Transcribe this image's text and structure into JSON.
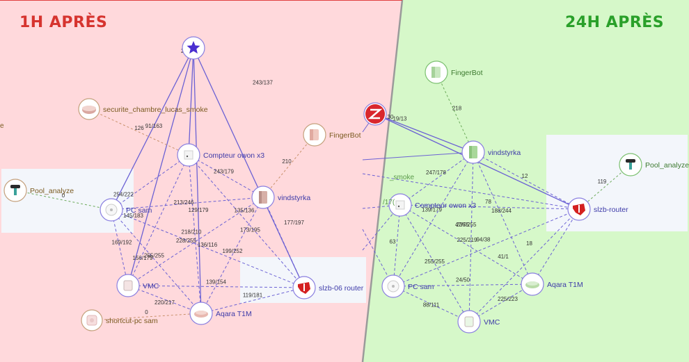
{
  "panels": {
    "left": {
      "title": "1H APRÈS",
      "bg": "#ffd9dc",
      "nodes": {
        "star": {
          "label": "",
          "icon": "star-icon",
          "kind": "coordinator"
        },
        "securite": {
          "label": "securite_chambre_lucas_smoke",
          "icon": "smoke-detector-icon",
          "kind": "end"
        },
        "fingerbot": {
          "label": "FingerBot",
          "icon": "fingerbot-icon",
          "kind": "end"
        },
        "compteur": {
          "label": "Compteur owon x3",
          "icon": "energy-meter-icon",
          "kind": "router"
        },
        "vindstyrka": {
          "label": "vindstyrka",
          "icon": "air-sensor-icon",
          "kind": "router"
        },
        "pool": {
          "label": "Pool_analyze",
          "icon": "pool-sensor-icon",
          "kind": "end"
        },
        "pcsam": {
          "label": "PC sam",
          "icon": "plug-icon",
          "kind": "router"
        },
        "vmc": {
          "label": "VMC",
          "icon": "switch-module-icon",
          "kind": "router"
        },
        "slzb": {
          "label": "slzb-06 router",
          "icon": "ti-router-icon",
          "kind": "router"
        },
        "aqara": {
          "label": "Aqara T1M",
          "icon": "ceiling-light-icon",
          "kind": "router"
        },
        "shortcut": {
          "label": "shortcut-pc sam",
          "icon": "button-icon",
          "kind": "end"
        },
        "edge_e": {
          "label": "e",
          "icon": "",
          "kind": "cropped"
        }
      },
      "links": [
        {
          "from": "star",
          "to": "pcsam",
          "label": "",
          "style": "solid"
        },
        {
          "from": "star",
          "to": "vmc",
          "label": "",
          "style": "solid"
        },
        {
          "from": "star",
          "to": "aqara",
          "label": "",
          "style": "solid"
        },
        {
          "from": "star",
          "to": "compteur",
          "label": "206/250",
          "style": "solid"
        },
        {
          "from": "star",
          "to": "slzb",
          "label": "243/137",
          "style": "solid"
        },
        {
          "from": "securite",
          "to": "compteur",
          "label": "126",
          "style": "dashed-tan"
        },
        {
          "from": "securite",
          "to": "compteur",
          "label": "91/163",
          "style": "none"
        },
        {
          "from": "fingerbot",
          "to": "vindstyrka",
          "label": "210",
          "style": "dashed-tan"
        },
        {
          "from": "pool",
          "to": "pcsam",
          "label": "0",
          "style": "dashed-green"
        },
        {
          "from": "compteur",
          "to": "pcsam",
          "label": "254/222",
          "style": "dashed"
        },
        {
          "from": "compteur",
          "to": "vmc",
          "label": "145/183",
          "style": "dashed"
        },
        {
          "from": "compteur",
          "to": "aqara",
          "label": "129/179",
          "style": "dashed"
        },
        {
          "from": "compteur",
          "to": "vindstyrka",
          "label": "243/179",
          "style": "dashed"
        },
        {
          "from": "compteur",
          "to": "slzb",
          "label": "135/136",
          "style": "dashed"
        },
        {
          "from": "pcsam",
          "to": "vindstyrka",
          "label": "213/246",
          "style": "dashed"
        },
        {
          "from": "pcsam",
          "to": "vmc",
          "label": "169/192",
          "style": "dashed"
        },
        {
          "from": "pcsam",
          "to": "aqara",
          "label": "255/255",
          "style": "dashed"
        },
        {
          "from": "pcsam",
          "to": "slzb",
          "label": "228/255",
          "style": "dashed"
        },
        {
          "from": "vindstyrka",
          "to": "vmc",
          "label": "218/210",
          "style": "dashed"
        },
        {
          "from": "vindstyrka",
          "to": "aqara",
          "label": "173/195",
          "style": "dashed"
        },
        {
          "from": "vindstyrka",
          "to": "slzb",
          "label": "177/197",
          "style": "dashed"
        },
        {
          "from": "vmc",
          "to": "slzb",
          "label": "139/154",
          "style": "dashed"
        },
        {
          "from": "vmc",
          "to": "aqara",
          "label": "220/217",
          "style": "dashed"
        },
        {
          "from": "vmc",
          "to": "compteur",
          "label": "156/179",
          "style": "none"
        },
        {
          "from": "aqara",
          "to": "slzb",
          "label": "119/181",
          "style": "dashed"
        },
        {
          "from": "pcsam",
          "to": "slzb",
          "label": "199/252",
          "style": "none"
        },
        {
          "from": "pcsam",
          "to": "slzb",
          "label": "136/116",
          "style": "none"
        },
        {
          "from": "shortcut",
          "to": "aqara",
          "label": "0",
          "style": "dashed-tan"
        }
      ]
    },
    "right": {
      "title": "24H APRÈS",
      "bg": "#d6f8c9",
      "nodes": {
        "zigbee": {
          "label": "",
          "icon": "zigbee-logo-icon",
          "kind": "coordinator"
        },
        "fingerbot": {
          "label": "FingerBot",
          "icon": "fingerbot-icon",
          "kind": "end"
        },
        "vindstyrka": {
          "label": "vindstyrka",
          "icon": "air-sensor-icon",
          "kind": "router"
        },
        "pool": {
          "label": "Pool_analyze",
          "icon": "pool-sensor-icon",
          "kind": "end"
        },
        "compteur": {
          "label": "Compteur owon x3",
          "icon": "energy-meter-icon",
          "kind": "router"
        },
        "slzb": {
          "label": "slzb-router",
          "icon": "ti-router-icon",
          "kind": "router"
        },
        "pcsam": {
          "label": "PC sam",
          "icon": "plug-icon",
          "kind": "router"
        },
        "aqara": {
          "label": "Aqara T1M",
          "icon": "ceiling-light-icon",
          "kind": "router"
        },
        "vmc": {
          "label": "VMC",
          "icon": "switch-module-icon",
          "kind": "router"
        },
        "smoke_cut": {
          "label": "_smoke",
          "icon": "",
          "kind": "cropped"
        },
        "left_cut": {
          "label": "/17(",
          "icon": "",
          "kind": "cropped"
        }
      },
      "links": [
        {
          "from": "zigbee",
          "to": "vindstyrka",
          "label": "19/13",
          "style": "solid"
        },
        {
          "from": "zigbee",
          "to": "slzb",
          "label": "",
          "style": "solid"
        },
        {
          "from": "fingerbot",
          "to": "vindstyrka",
          "label": "218",
          "style": "dashed-green"
        },
        {
          "from": "pool",
          "to": "slzb",
          "label": "119",
          "style": "dashed-green"
        },
        {
          "from": "vindstyrka",
          "to": "compteur",
          "label": "247/178",
          "style": "dashed"
        },
        {
          "from": "vindstyrka",
          "to": "slzb",
          "label": "12",
          "style": "dashed"
        },
        {
          "from": "vindstyrka",
          "to": "aqara",
          "label": "188/244",
          "style": "dashed"
        },
        {
          "from": "vindstyrka",
          "to": "pcsam",
          "label": "139/179",
          "style": "dashed"
        },
        {
          "from": "vindstyrka",
          "to": "vmc",
          "label": "236/255",
          "style": "dashed"
        },
        {
          "from": "compteur",
          "to": "slzb",
          "label": "78",
          "style": "dashed"
        },
        {
          "from": "compteur",
          "to": "aqara",
          "label": "47/75",
          "style": "dashed"
        },
        {
          "from": "compteur",
          "to": "vmc",
          "label": "255/255",
          "style": "dashed"
        },
        {
          "from": "compteur",
          "to": "pcsam",
          "label": "63",
          "style": "dashed"
        },
        {
          "from": "pcsam",
          "to": "slzb",
          "label": "94/38",
          "style": "dashed"
        },
        {
          "from": "pcsam",
          "to": "aqara",
          "label": "24/50",
          "style": "dashed"
        },
        {
          "from": "pcsam",
          "to": "vmc",
          "label": "88/111",
          "style": "dashed"
        },
        {
          "from": "aqara",
          "to": "slzb",
          "label": "18",
          "style": "dashed"
        },
        {
          "from": "vmc",
          "to": "aqara",
          "label": "225/223",
          "style": "dashed"
        },
        {
          "from": "vmc",
          "to": "slzb",
          "label": "41/1",
          "style": "dashed"
        },
        {
          "from": "compteur",
          "to": "aqara",
          "label": "225/219",
          "style": "none"
        },
        {
          "from": "zigbee",
          "to": "compteur",
          "label": "30",
          "style": "none"
        }
      ]
    }
  },
  "colors": {
    "router_stroke": "#8a7fe0",
    "router_label": "#3d3aa8",
    "end_stroke": "#c4a07c",
    "end_label": "#7a5a20",
    "link": "#6b61d4",
    "link_tan": "#c8906a",
    "link_green": "#6caa5a",
    "title_left": "#d6342f",
    "title_right": "#2aa02a"
  }
}
